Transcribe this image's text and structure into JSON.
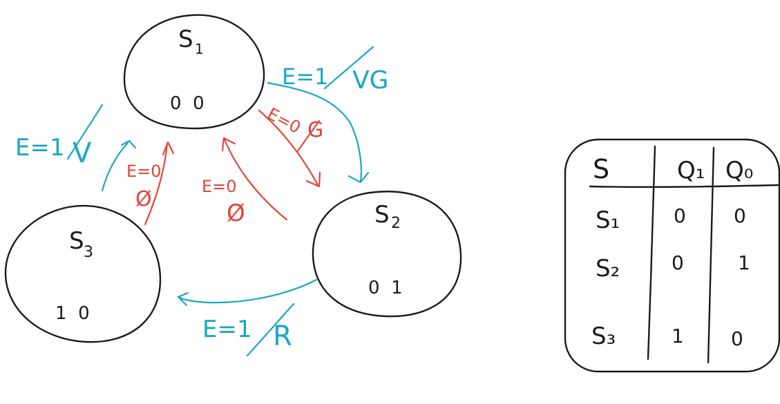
{
  "states": [
    {
      "id": "s1",
      "name": "S",
      "sub": "1",
      "code": "0  0"
    },
    {
      "id": "s2",
      "name": "S",
      "sub": "2",
      "code": "0  1"
    },
    {
      "id": "s3",
      "name": "S",
      "sub": "3",
      "code": "1  0"
    }
  ],
  "transitions": [
    {
      "id": "s1-s2",
      "label": "E=1",
      "output": "VG",
      "color": "#1aa7c4"
    },
    {
      "id": "s1-s2-stay",
      "label": "E=0",
      "output": "G",
      "color": "#e0453a"
    },
    {
      "id": "s2-s1",
      "label": "E=0",
      "output": "Ø",
      "color": "#e0453a"
    },
    {
      "id": "s2-s3",
      "label": "E=1",
      "output": "R",
      "color": "#1aa7c4"
    },
    {
      "id": "s3-s1",
      "label": "E=1",
      "output": "V",
      "color": "#1aa7c4"
    },
    {
      "id": "s3-s1-red",
      "label": "E=0",
      "output": "Ø",
      "color": "#e0453a"
    }
  ],
  "table": {
    "headers": [
      "S",
      "Q₁",
      "Q₀"
    ],
    "rows": [
      {
        "s": "S₁",
        "q1": "0",
        "q0": "0"
      },
      {
        "s": "S₂",
        "q1": "0",
        "q0": "1"
      },
      {
        "s": "S₃",
        "q1": "1",
        "q0": "0"
      }
    ]
  },
  "colors": {
    "ink": "#1a1a1a",
    "cyan": "#1aa7c4",
    "red": "#e0453a"
  }
}
